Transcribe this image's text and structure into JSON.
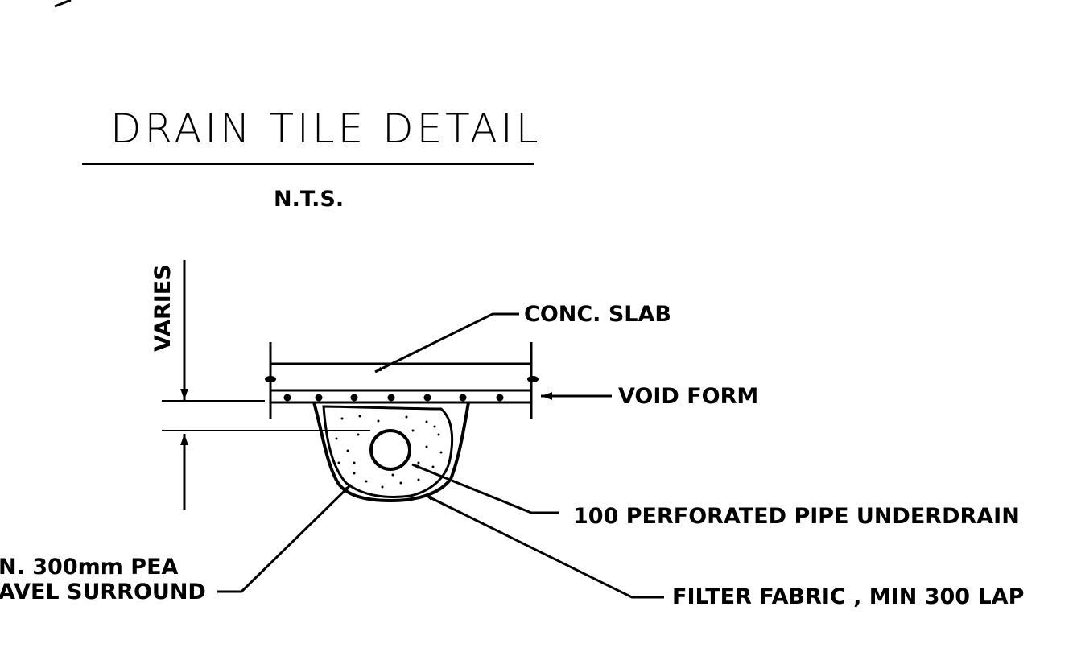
{
  "title": "DRAIN TILE DETAIL",
  "scale_note": "N.T.S.",
  "labels": {
    "varies": "VARIES",
    "conc_slab": "CONC. SLAB",
    "void_form": "VOID FORM",
    "pipe": "100 PERFORATED PIPE UNDERDRAIN",
    "gravel_line1": "N. 300mm PEA",
    "gravel_line2": "AVEL SURROUND",
    "fabric": "FILTER FABRIC , MIN 300 LAP"
  }
}
